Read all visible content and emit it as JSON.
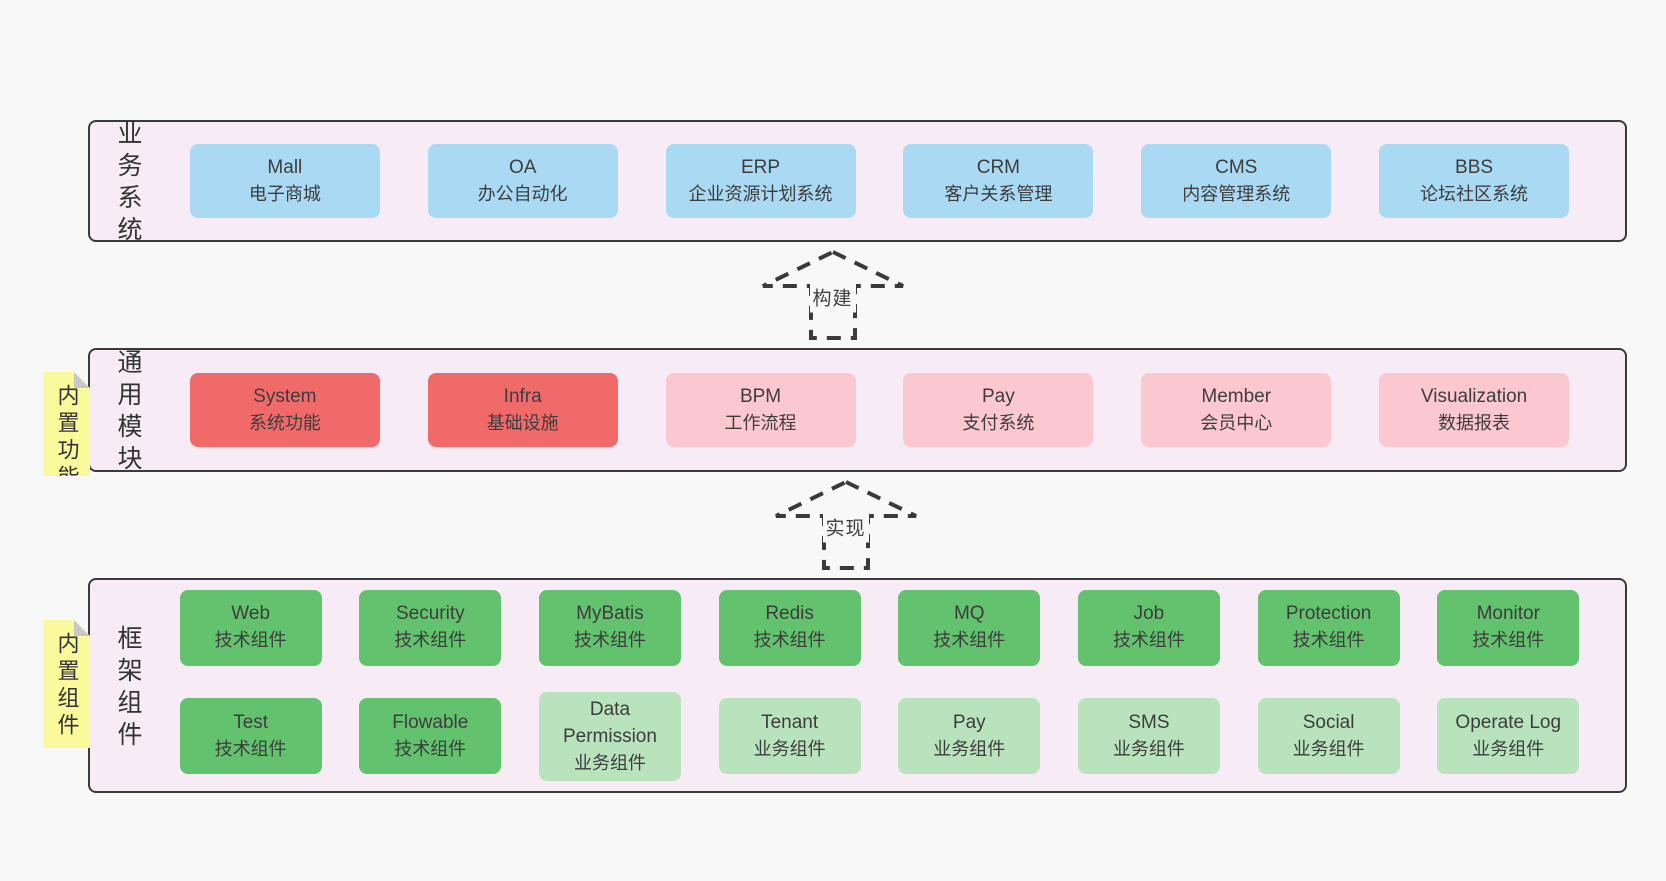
{
  "page": {
    "background": "#f8f8f8"
  },
  "colors": {
    "page_bg": "#f8f8f8",
    "layer_fill": "#f7ecf5",
    "layer_border": "#3a3a3a",
    "blue": "#a9d9f3",
    "red": "#f16a6a",
    "pink": "#fcc8d0",
    "green": "#63c26d",
    "light_green": "#b9e3bd",
    "sticky_yellow": "#fafa9d",
    "sticky_fold": "#c8c8c8",
    "text": "#3d3d3d"
  },
  "arrows": [
    {
      "label": "构建"
    },
    {
      "label": "实现"
    }
  ],
  "layers": [
    {
      "label": "业务系统",
      "rows": [
        [
          {
            "title": "Mall",
            "subtitle": "电子商城",
            "type": "blue"
          },
          {
            "title": "OA",
            "subtitle": "办公自动化",
            "type": "blue"
          },
          {
            "title": "ERP",
            "subtitle": "企业资源计划系统",
            "type": "blue"
          },
          {
            "title": "CRM",
            "subtitle": "客户关系管理",
            "type": "blue"
          },
          {
            "title": "CMS",
            "subtitle": "内容管理系统",
            "type": "blue"
          },
          {
            "title": "BBS",
            "subtitle": "论坛社区系统",
            "type": "blue"
          }
        ]
      ]
    },
    {
      "label": "通用模块",
      "sticky": "内置功能",
      "rows": [
        [
          {
            "title": "System",
            "subtitle": "系统功能",
            "type": "red"
          },
          {
            "title": "Infra",
            "subtitle": "基础设施",
            "type": "red"
          },
          {
            "title": "BPM",
            "subtitle": "工作流程",
            "type": "pink"
          },
          {
            "title": "Pay",
            "subtitle": "支付系统",
            "type": "pink"
          },
          {
            "title": "Member",
            "subtitle": "会员中心",
            "type": "pink"
          },
          {
            "title": "Visualization",
            "subtitle": "数据报表",
            "type": "pink"
          }
        ]
      ]
    },
    {
      "label": "框架组件",
      "sticky": "内置组件",
      "rows": [
        [
          {
            "title": "Web",
            "subtitle": "技术组件",
            "type": "green"
          },
          {
            "title": "Security",
            "subtitle": "技术组件",
            "type": "green"
          },
          {
            "title": "MyBatis",
            "subtitle": "技术组件",
            "type": "green"
          },
          {
            "title": "Redis",
            "subtitle": "技术组件",
            "type": "green"
          },
          {
            "title": "MQ",
            "subtitle": "技术组件",
            "type": "green"
          },
          {
            "title": "Job",
            "subtitle": "技术组件",
            "type": "green"
          },
          {
            "title": "Protection",
            "subtitle": "技术组件",
            "type": "green"
          },
          {
            "title": "Monitor",
            "subtitle": "技术组件",
            "type": "green"
          }
        ],
        [
          {
            "title": "Test",
            "subtitle": "技术组件",
            "type": "green"
          },
          {
            "title": "Flowable",
            "subtitle": "技术组件",
            "type": "green"
          },
          {
            "title": "Data Permission",
            "subtitle": "业务组件",
            "type": "light_green"
          },
          {
            "title": "Tenant",
            "subtitle": "业务组件",
            "type": "light_green"
          },
          {
            "title": "Pay",
            "subtitle": "业务组件",
            "type": "light_green"
          },
          {
            "title": "SMS",
            "subtitle": "业务组件",
            "type": "light_green"
          },
          {
            "title": "Social",
            "subtitle": "业务组件",
            "type": "light_green"
          },
          {
            "title": "Operate Log",
            "subtitle": "业务组件",
            "type": "light_green"
          }
        ]
      ]
    }
  ]
}
